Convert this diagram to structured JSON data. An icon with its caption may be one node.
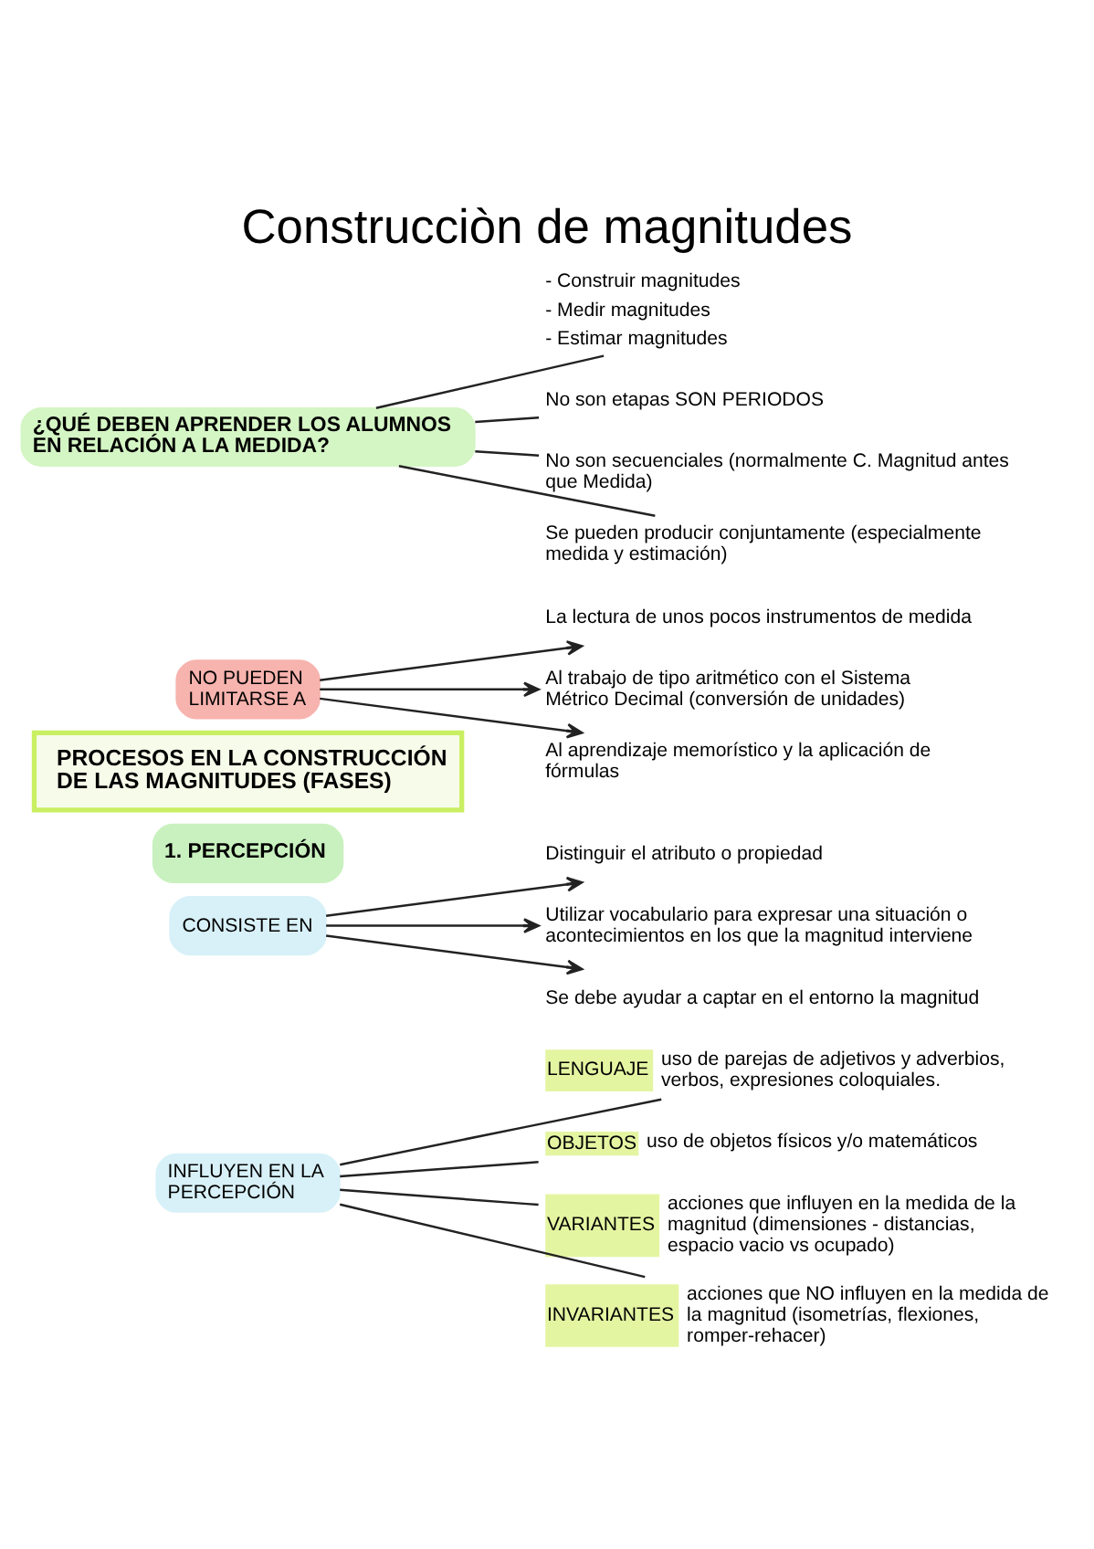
{
  "diagram": {
    "title": "Construcciòn de magnitudes",
    "nodes": [
      {
        "text": [
          "¿QUÉ DEBEN APRENDER LOS ALUMNOS EN RELACIÓN A LA MEDIDA?"
        ]
      },
      {
        "text": [
          "- Construir magnitudes",
          "- Medir magnitudes",
          "- Estimar magnitudes"
        ]
      },
      {
        "text": [
          "NO PUEDEN LIMITARSE A"
        ]
      },
      {
        "text": [
          "La lectura de unos pocos instrumentos de medida"
        ]
      },
      {
        "text": [
          "Al trabajo de tipo aritmético con el Sistema Métrico Decimal (conversión de unidades)"
        ]
      },
      {
        "text": [
          "Al aprendizaje memorístico y la aplicación de fórmulas"
        ]
      },
      {
        "text": [
          "No son etapas SON PERIODOS"
        ]
      },
      {
        "text": [
          "No son secuenciales (normalmente C. Magnitud antes que Medida)"
        ]
      },
      {
        "text": [
          "Se pueden producir conjuntamente (especialmente medida y estimación)"
        ]
      },
      {
        "text": [
          "PROCESOS EN LA CONSTRUCCIÓN DE LAS MAGNITUDES (FASES)"
        ]
      },
      {
        "text": [
          "1. PERCEPCIÓN"
        ]
      },
      {
        "text": [
          "CONSISTE EN"
        ]
      },
      {
        "text": [
          "Distinguir el atributo o propiedad"
        ]
      },
      {
        "text": [
          "Utilizar vocabulario para expresar una situación o acontecimientos en los que la magnitud interviene"
        ]
      },
      {
        "text": [
          "Se debe ayudar a captar en el entorno la magnitud"
        ]
      },
      {
        "text": [
          "INFLUYEN EN LA PERCEPCIÓN"
        ]
      },
      {
        "text": [
          "LENGUAJE",
          "uso de parejas de adjetivos y adverbios, verbos, expresiones coloquiales."
        ]
      },
      {
        "text": [
          "OBJETOS",
          "uso de objetos físicos y/o matemáticos"
        ]
      },
      {
        "text": [
          "VARIANTES",
          "acciones que influyen en la medida de la magnitud (dimensiones - distancias, espacio vacio vs ocupado)"
        ]
      },
      {
        "text": [
          "INVARIANTES",
          "acciones que NO influyen en la medida de la magnitud (isometrías, flexiones, romper-rehacer)"
        ]
      }
    ],
    "edges": [
      {
        "from": 0,
        "to": 1,
        "arrow": "none"
      },
      {
        "from": 0,
        "to": 6,
        "arrow": "none"
      },
      {
        "from": 0,
        "to": 7,
        "arrow": "none"
      },
      {
        "from": 0,
        "to": 8,
        "arrow": "none"
      },
      {
        "from": 2,
        "to": 3,
        "arrow": "to"
      },
      {
        "from": 2,
        "to": 4,
        "arrow": "to"
      },
      {
        "from": 2,
        "to": 5,
        "arrow": "to"
      },
      {
        "from": 11,
        "to": 12,
        "arrow": "to"
      },
      {
        "from": 11,
        "to": 13,
        "arrow": "to"
      },
      {
        "from": 11,
        "to": 14,
        "arrow": "to"
      },
      {
        "from": 15,
        "to": 16,
        "arrow": "none"
      },
      {
        "from": 15,
        "to": 17,
        "arrow": "none"
      },
      {
        "from": 15,
        "to": 18,
        "arrow": "none"
      },
      {
        "from": 15,
        "to": 19,
        "arrow": "none"
      }
    ]
  }
}
